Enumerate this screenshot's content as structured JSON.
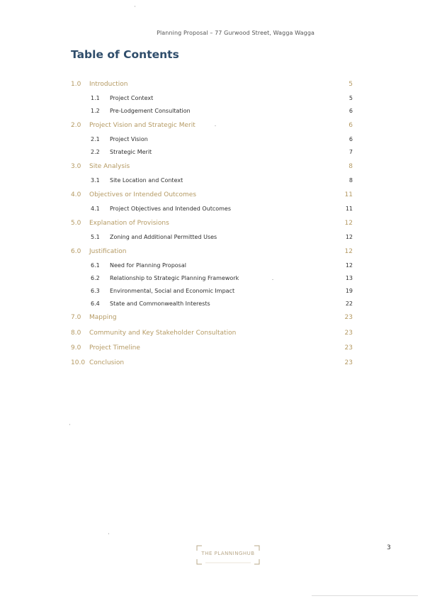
{
  "header": {
    "text": "Planning Proposal – 77 Gurwood Street, Wagga Wagga"
  },
  "toc": {
    "title": "Table of Contents",
    "entries": [
      {
        "num": "1.0",
        "label": "Introduction",
        "page": "5",
        "level": 1
      },
      {
        "num": "1.1",
        "label": "Project Context",
        "page": "5",
        "level": 2
      },
      {
        "num": "1.2",
        "label": "Pre-Lodgement Consultation",
        "page": "6",
        "level": 2
      },
      {
        "num": "2.0",
        "label": "Project Vision and Strategic Merit",
        "page": "6",
        "level": 1
      },
      {
        "num": "2.1",
        "label": "Project Vision",
        "page": "6",
        "level": 2
      },
      {
        "num": "2.2",
        "label": "Strategic Merit",
        "page": "7",
        "level": 2
      },
      {
        "num": "3.0",
        "label": "Site Analysis",
        "page": "8",
        "level": 1
      },
      {
        "num": "3.1",
        "label": "Site Location and Context",
        "page": "8",
        "level": 2
      },
      {
        "num": "4.0",
        "label": "Objectives or Intended Outcomes",
        "page": "11",
        "level": 1
      },
      {
        "num": "4.1",
        "label": "Project Objectives and Intended Outcomes",
        "page": "11",
        "level": 2
      },
      {
        "num": "5.0",
        "label": "Explanation of Provisions",
        "page": "12",
        "level": 1
      },
      {
        "num": "5.1",
        "label": "Zoning and Additional Permitted Uses",
        "page": "12",
        "level": 2
      },
      {
        "num": "6.0",
        "label": "Justification",
        "page": "12",
        "level": 1
      },
      {
        "num": "6.1",
        "label": "Need for Planning Proposal",
        "page": "12",
        "level": 2
      },
      {
        "num": "6.2",
        "label": "Relationship to Strategic Planning Framework",
        "page": "13",
        "level": 2
      },
      {
        "num": "6.3",
        "label": "Environmental, Social and Economic Impact",
        "page": "19",
        "level": 2
      },
      {
        "num": "6.4",
        "label": "State and Commonwealth Interests",
        "page": "22",
        "level": 2
      },
      {
        "num": "7.0",
        "label": "Mapping",
        "page": "23",
        "level": 1
      },
      {
        "num": "8.0",
        "label": "Community and Key Stakeholder Consultation",
        "page": "23",
        "level": 1
      },
      {
        "num": "9.0",
        "label": "Project Timeline",
        "page": "23",
        "level": 1
      },
      {
        "num": "10.0",
        "label": "Conclusion",
        "page": "23",
        "level": 1
      }
    ]
  },
  "footer": {
    "logo_text": "THE PLANNINGHUB",
    "page_number": "3"
  },
  "colors": {
    "title": "#2f4d6b",
    "section": "#b59a63",
    "subsection": "#2f2f2f",
    "logo": "#b9a88a"
  }
}
